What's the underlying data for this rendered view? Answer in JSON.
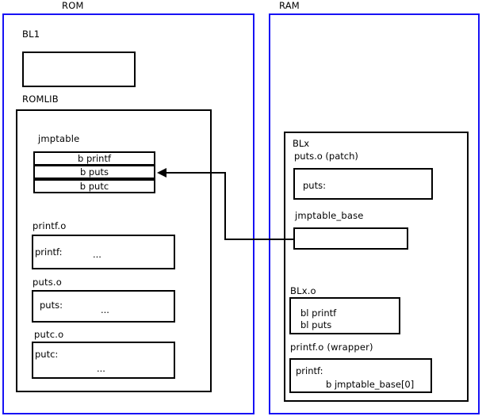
{
  "diagram": {
    "title_rom": "ROM",
    "title_ram": "RAM",
    "accent_color": "#1712f5",
    "line_color": "#000000",
    "background": "#ffffff"
  },
  "rom": {
    "label": "ROM",
    "bl1": {
      "label": "BL1",
      "body": ""
    },
    "romlib": {
      "label": "ROMLIB",
      "jmptable": {
        "label": "jmptable",
        "entries": [
          "b printf",
          "b puts",
          "b putc"
        ]
      },
      "objects": [
        {
          "label": "printf.o",
          "symbol": "printf:",
          "body": "..."
        },
        {
          "label": "puts.o",
          "symbol": "puts:",
          "body": "..."
        },
        {
          "label": "putc.o",
          "symbol": "putc:",
          "body": "..."
        }
      ]
    }
  },
  "ram": {
    "label": "RAM",
    "blx": {
      "label": "BLx",
      "patch": {
        "label": "puts.o (patch)",
        "symbol": "puts:"
      },
      "jmptable_base": {
        "label": "jmptable_base",
        "body": ""
      },
      "blx_o": {
        "label": "BLx.o",
        "line1": "bl printf",
        "line2": "bl puts"
      },
      "wrapper": {
        "label": "printf.o (wrapper)",
        "symbol": "printf:",
        "branch": "b jmptable_base[0]"
      }
    }
  },
  "connector": {
    "name": "jmptable-base-to-jmptable-puts-arrow",
    "from": "jmptable_base",
    "to": "jmptable b puts entry"
  }
}
